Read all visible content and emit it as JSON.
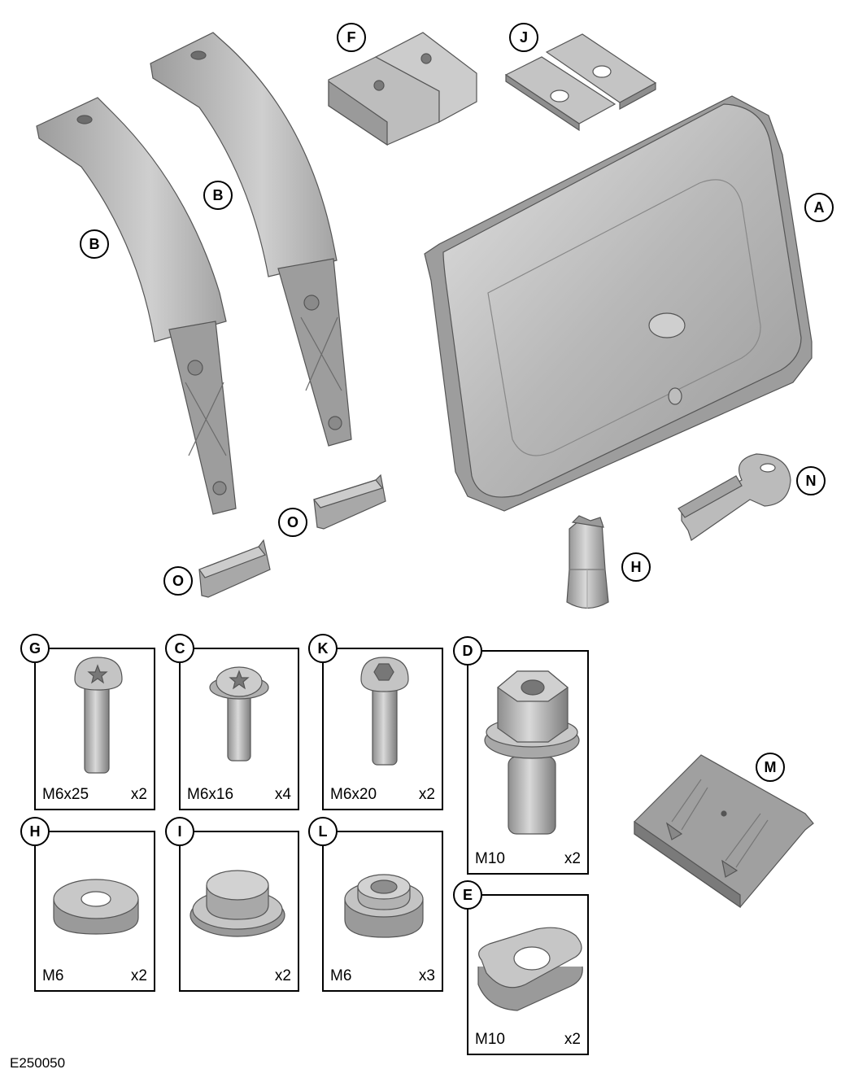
{
  "parts": {
    "A": {
      "letter": "A",
      "icon": "storage-box-icon"
    },
    "B1": {
      "letter": "B",
      "icon": "mounting-bracket-icon"
    },
    "B2": {
      "letter": "B",
      "icon": "mounting-bracket-icon"
    },
    "F": {
      "letter": "F",
      "icon": "spacer-block-icon"
    },
    "J": {
      "letter": "J",
      "icon": "shim-plate-icon"
    },
    "N": {
      "letter": "N",
      "icon": "keys-icon"
    },
    "H_bit": {
      "letter": "H",
      "icon": "torx-bit-icon"
    },
    "O1": {
      "letter": "O",
      "icon": "end-cap-icon"
    },
    "O2": {
      "letter": "O",
      "icon": "end-cap-icon"
    },
    "M": {
      "letter": "M",
      "icon": "clip-plate-icon"
    }
  },
  "hardware": {
    "G": {
      "letter": "G",
      "spec": "M6x25",
      "qty": "x2",
      "icon": "pan-head-bolt-icon"
    },
    "C": {
      "letter": "C",
      "spec": "M6x16",
      "qty": "x4",
      "icon": "flange-bolt-icon"
    },
    "K": {
      "letter": "K",
      "spec": "M6x20",
      "qty": "x2",
      "icon": "pan-head-bolt-icon"
    },
    "D": {
      "letter": "D",
      "spec": "M10",
      "qty": "x2",
      "icon": "hex-bolt-icon"
    },
    "H": {
      "letter": "H",
      "spec": "M6",
      "qty": "x2",
      "icon": "washer-icon"
    },
    "I": {
      "letter": "I",
      "spec": "",
      "qty": "x2",
      "icon": "plug-cap-icon"
    },
    "L": {
      "letter": "L",
      "spec": "M6",
      "qty": "x3",
      "icon": "stepped-spacer-icon"
    },
    "E": {
      "letter": "E",
      "spec": "M10",
      "qty": "x2",
      "icon": "square-washer-icon"
    }
  },
  "figure_ref": "E250050",
  "colors": {
    "part_fill": "#b3b3b3",
    "part_light": "#d6d6d6",
    "part_dark": "#8a8a8a",
    "outline": "#555555"
  }
}
